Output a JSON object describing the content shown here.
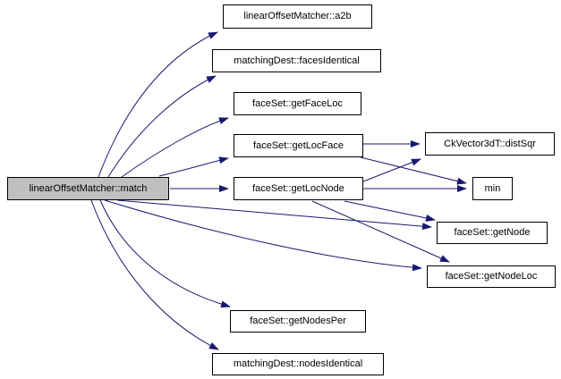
{
  "diagram": {
    "type": "call-graph",
    "colors": {
      "background": "#ffffff",
      "edge": "#191970",
      "node_border": "#000000",
      "node_fill": "#ffffff",
      "highlight_fill": "#bfbfbf"
    },
    "nodes": [
      {
        "id": "match",
        "label": "linearOffsetMatcher::match",
        "highlighted": true
      },
      {
        "id": "a2b",
        "label": "linearOffsetMatcher::a2b",
        "highlighted": false
      },
      {
        "id": "facesIdentical",
        "label": "matchingDest::facesIdentical",
        "highlighted": false
      },
      {
        "id": "getFaceLoc",
        "label": "faceSet::getFaceLoc",
        "highlighted": false
      },
      {
        "id": "getLocFace",
        "label": "faceSet::getLocFace",
        "highlighted": false
      },
      {
        "id": "getLocNode",
        "label": "faceSet::getLocNode",
        "highlighted": false
      },
      {
        "id": "distSqr",
        "label": "CkVector3dT::distSqr",
        "highlighted": false
      },
      {
        "id": "min",
        "label": "min",
        "highlighted": false
      },
      {
        "id": "getNode",
        "label": "faceSet::getNode",
        "highlighted": false
      },
      {
        "id": "getNodeLoc",
        "label": "faceSet::getNodeLoc",
        "highlighted": false
      },
      {
        "id": "getNodesPer",
        "label": "faceSet::getNodesPer",
        "highlighted": false
      },
      {
        "id": "nodesIdentical",
        "label": "matchingDest::nodesIdentical",
        "highlighted": false
      }
    ],
    "edges": [
      {
        "from": "match",
        "to": "a2b"
      },
      {
        "from": "match",
        "to": "facesIdentical"
      },
      {
        "from": "match",
        "to": "getFaceLoc"
      },
      {
        "from": "match",
        "to": "getLocFace"
      },
      {
        "from": "match",
        "to": "getLocNode"
      },
      {
        "from": "match",
        "to": "getNode"
      },
      {
        "from": "match",
        "to": "getNodeLoc"
      },
      {
        "from": "match",
        "to": "getNodesPer"
      },
      {
        "from": "match",
        "to": "nodesIdentical"
      },
      {
        "from": "getLocFace",
        "to": "distSqr"
      },
      {
        "from": "getLocFace",
        "to": "min"
      },
      {
        "from": "getLocNode",
        "to": "distSqr"
      },
      {
        "from": "getLocNode",
        "to": "min"
      },
      {
        "from": "getLocNode",
        "to": "getNode"
      },
      {
        "from": "getLocNode",
        "to": "getNodeLoc"
      }
    ]
  }
}
